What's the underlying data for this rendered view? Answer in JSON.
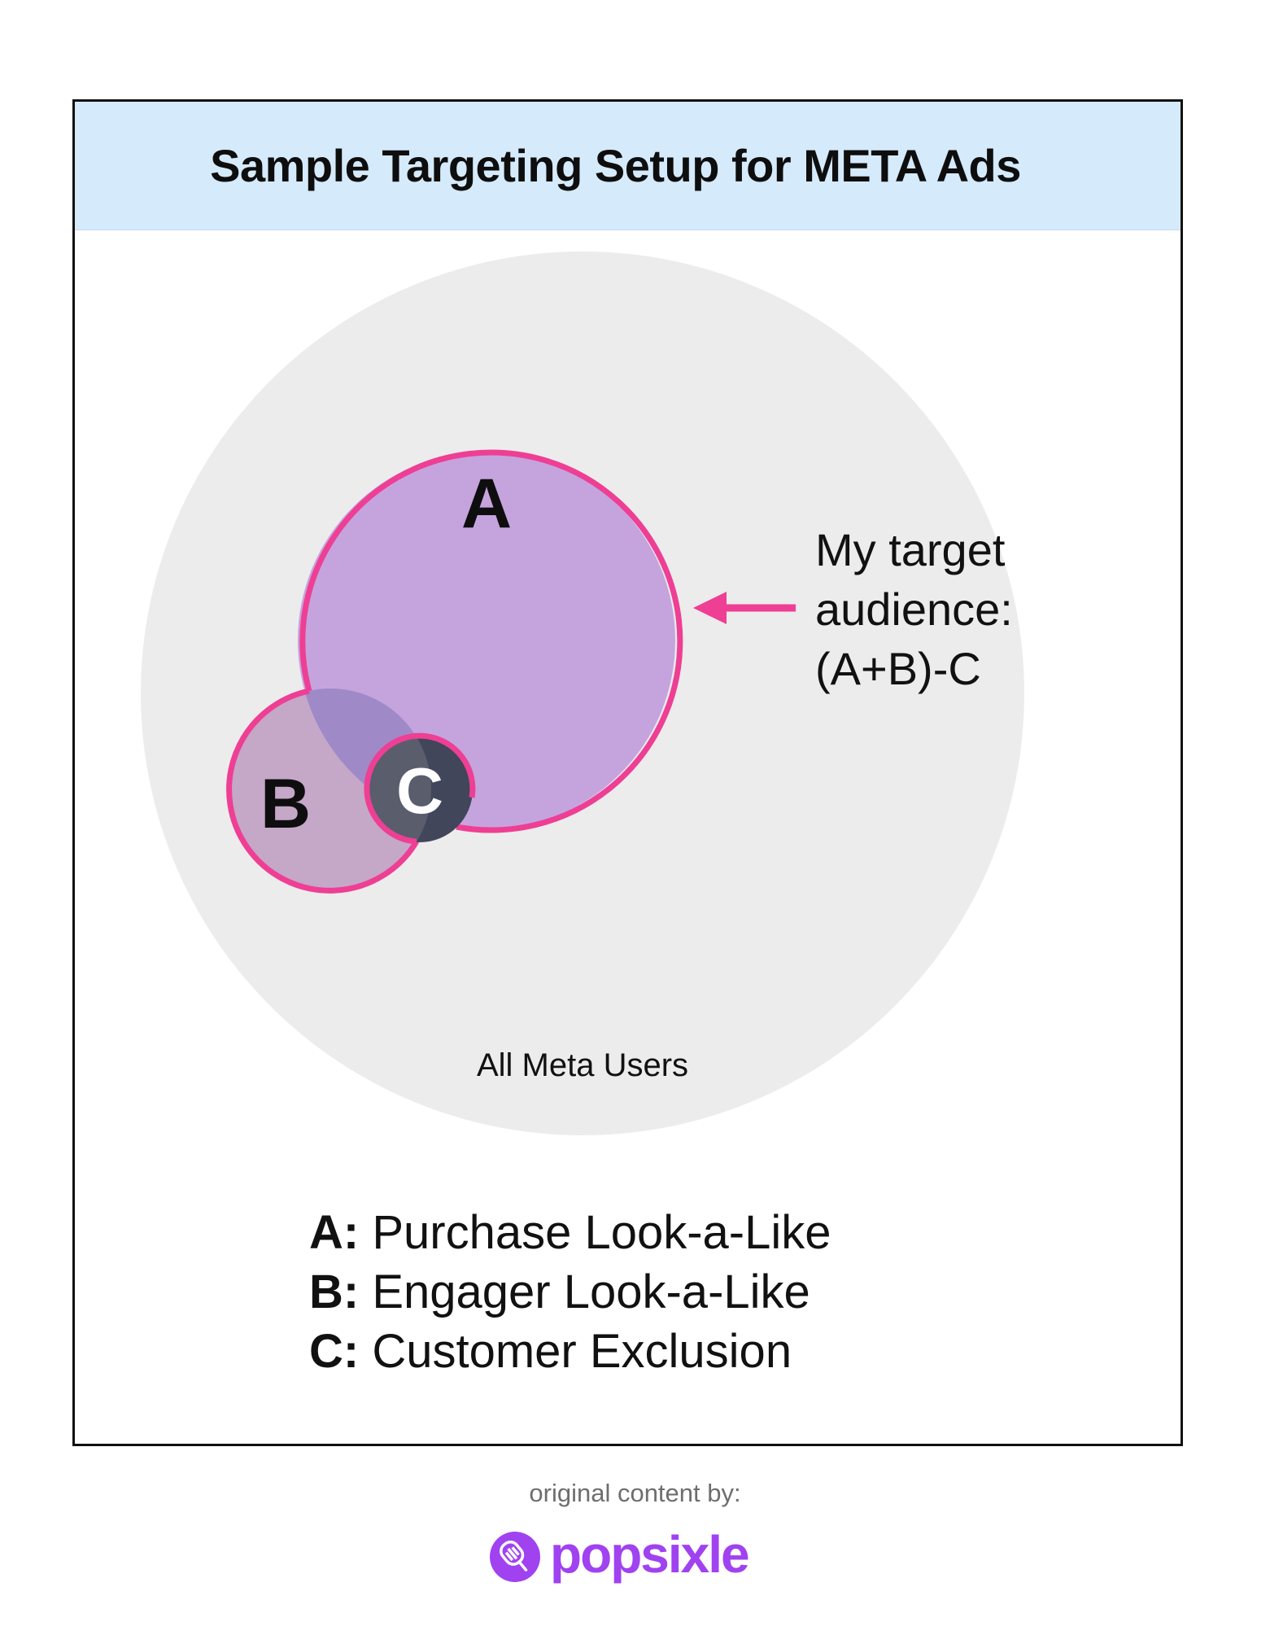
{
  "title": "Sample Targeting Setup for META Ads",
  "diagram": {
    "outer_label": "All Meta Users",
    "circles": [
      {
        "id": "A",
        "label": "A"
      },
      {
        "id": "B",
        "label": "B"
      },
      {
        "id": "C",
        "label": "C"
      }
    ],
    "target_label_lines": [
      "My target",
      "audience:",
      "(A+B)-C"
    ]
  },
  "legend": [
    {
      "key": "A:",
      "text": "Purchase Look-a-Like"
    },
    {
      "key": "B:",
      "text": "Engager Look-a-Like"
    },
    {
      "key": "C:",
      "text": "Customer Exclusion"
    }
  ],
  "credit": {
    "caption": "original content by:",
    "brand": "popsixle"
  },
  "colors": {
    "title_bar": "#d5eafb",
    "outer_circle": "#ececec",
    "circle_a": "#c5a4de",
    "circle_b": "#c5a7c8",
    "circle_c": "#41465a",
    "outline": "#ee3f94",
    "arrow": "#ee3f94",
    "brand": "#a042f0"
  }
}
